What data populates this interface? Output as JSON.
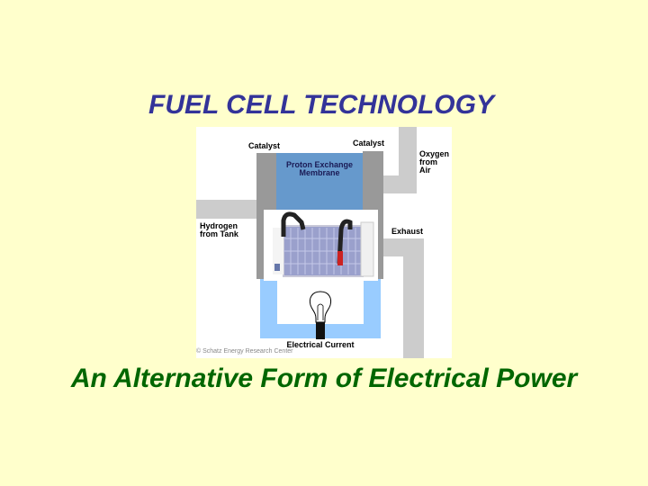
{
  "slide": {
    "title": "FUEL CELL TECHNOLOGY",
    "subtitle": "An Alternative Form of Electrical Power",
    "colors": {
      "background": "#ffffcc",
      "title": "#333399",
      "subtitle": "#006600"
    }
  },
  "diagram": {
    "labels": {
      "catalyst_left": "Catalyst",
      "catalyst_right": "Catalyst",
      "membrane_line1": "Proton Exchange",
      "membrane_line2": "Membrane",
      "oxygen_line1": "Oxygen",
      "oxygen_line2": "from",
      "oxygen_line3": "Air",
      "hydrogen_line1": "Hydrogen",
      "hydrogen_line2": "from Tank",
      "exhaust": "Exhaust",
      "electrical_current": "Electrical Current",
      "credit": "© Schatz Energy Research Center"
    },
    "colors": {
      "catalyst": "#999999",
      "membrane": "#6699cc",
      "pipe": "#cccccc",
      "circuit": "#99ccff"
    }
  }
}
